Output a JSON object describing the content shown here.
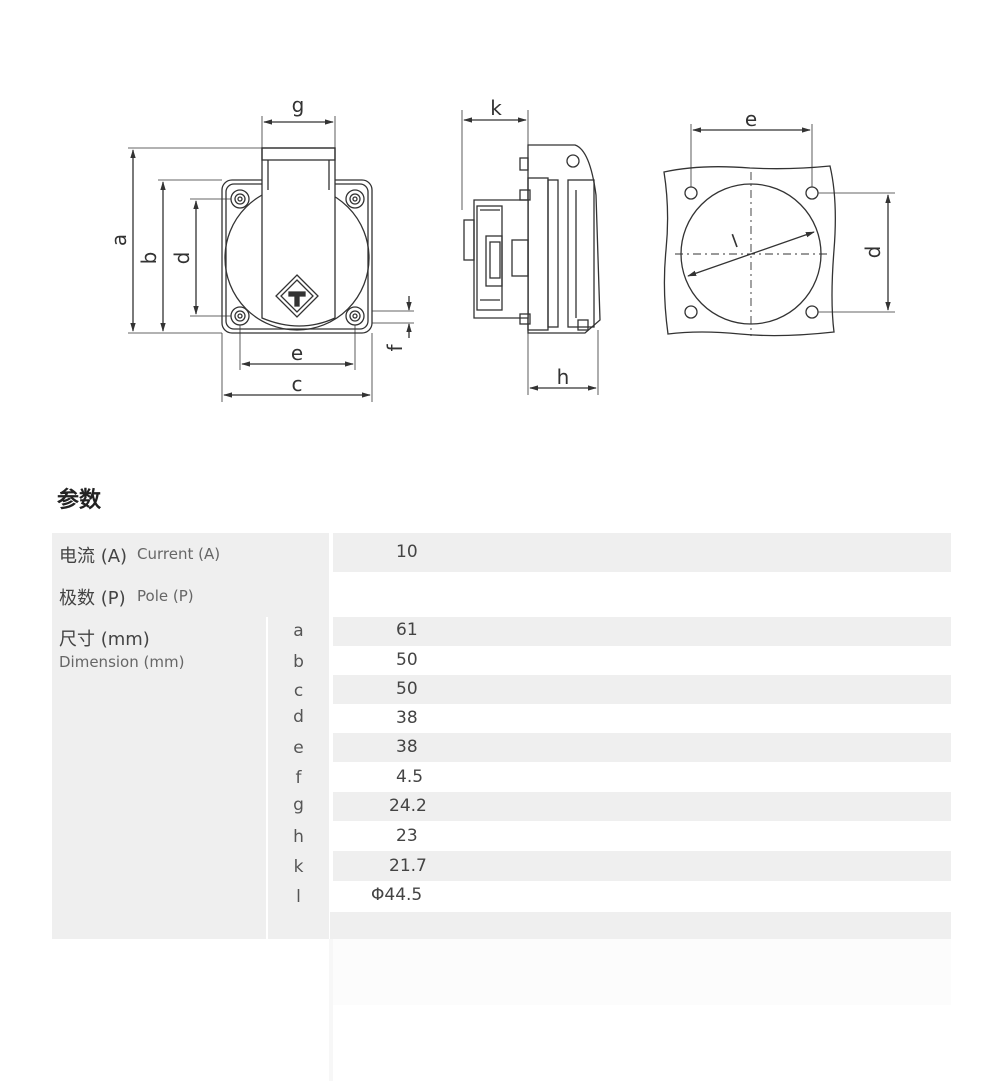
{
  "drawing": {
    "front_labels": {
      "a": "a",
      "b": "b",
      "c": "c",
      "d": "d",
      "e": "e",
      "f": "f",
      "g": "g"
    },
    "side_labels": {
      "k": "k",
      "h": "h"
    },
    "cutout_labels": {
      "e": "e",
      "d": "d",
      "l": "l"
    }
  },
  "section_title": "参数",
  "rows": {
    "current": {
      "label_cn": "电流 (A)",
      "label_en": "Current (A)",
      "value": "10"
    },
    "pole": {
      "label_cn": "极数 (P)",
      "label_en": "Pole (P)",
      "value": ""
    },
    "dimension": {
      "label_cn": "尺寸 (mm)",
      "label_en": "Dimension (mm)",
      "items": [
        {
          "sym": "a",
          "value": "61"
        },
        {
          "sym": "b",
          "value": "50"
        },
        {
          "sym": "c",
          "value": "50"
        },
        {
          "sym": "d",
          "value": "38"
        },
        {
          "sym": "e",
          "value": "38"
        },
        {
          "sym": "f",
          "value": "4.5"
        },
        {
          "sym": "g",
          "value": "24.2"
        },
        {
          "sym": "h",
          "value": "23"
        },
        {
          "sym": "k",
          "value": "21.7"
        },
        {
          "sym": "l",
          "value": "Φ44.5"
        }
      ]
    }
  }
}
